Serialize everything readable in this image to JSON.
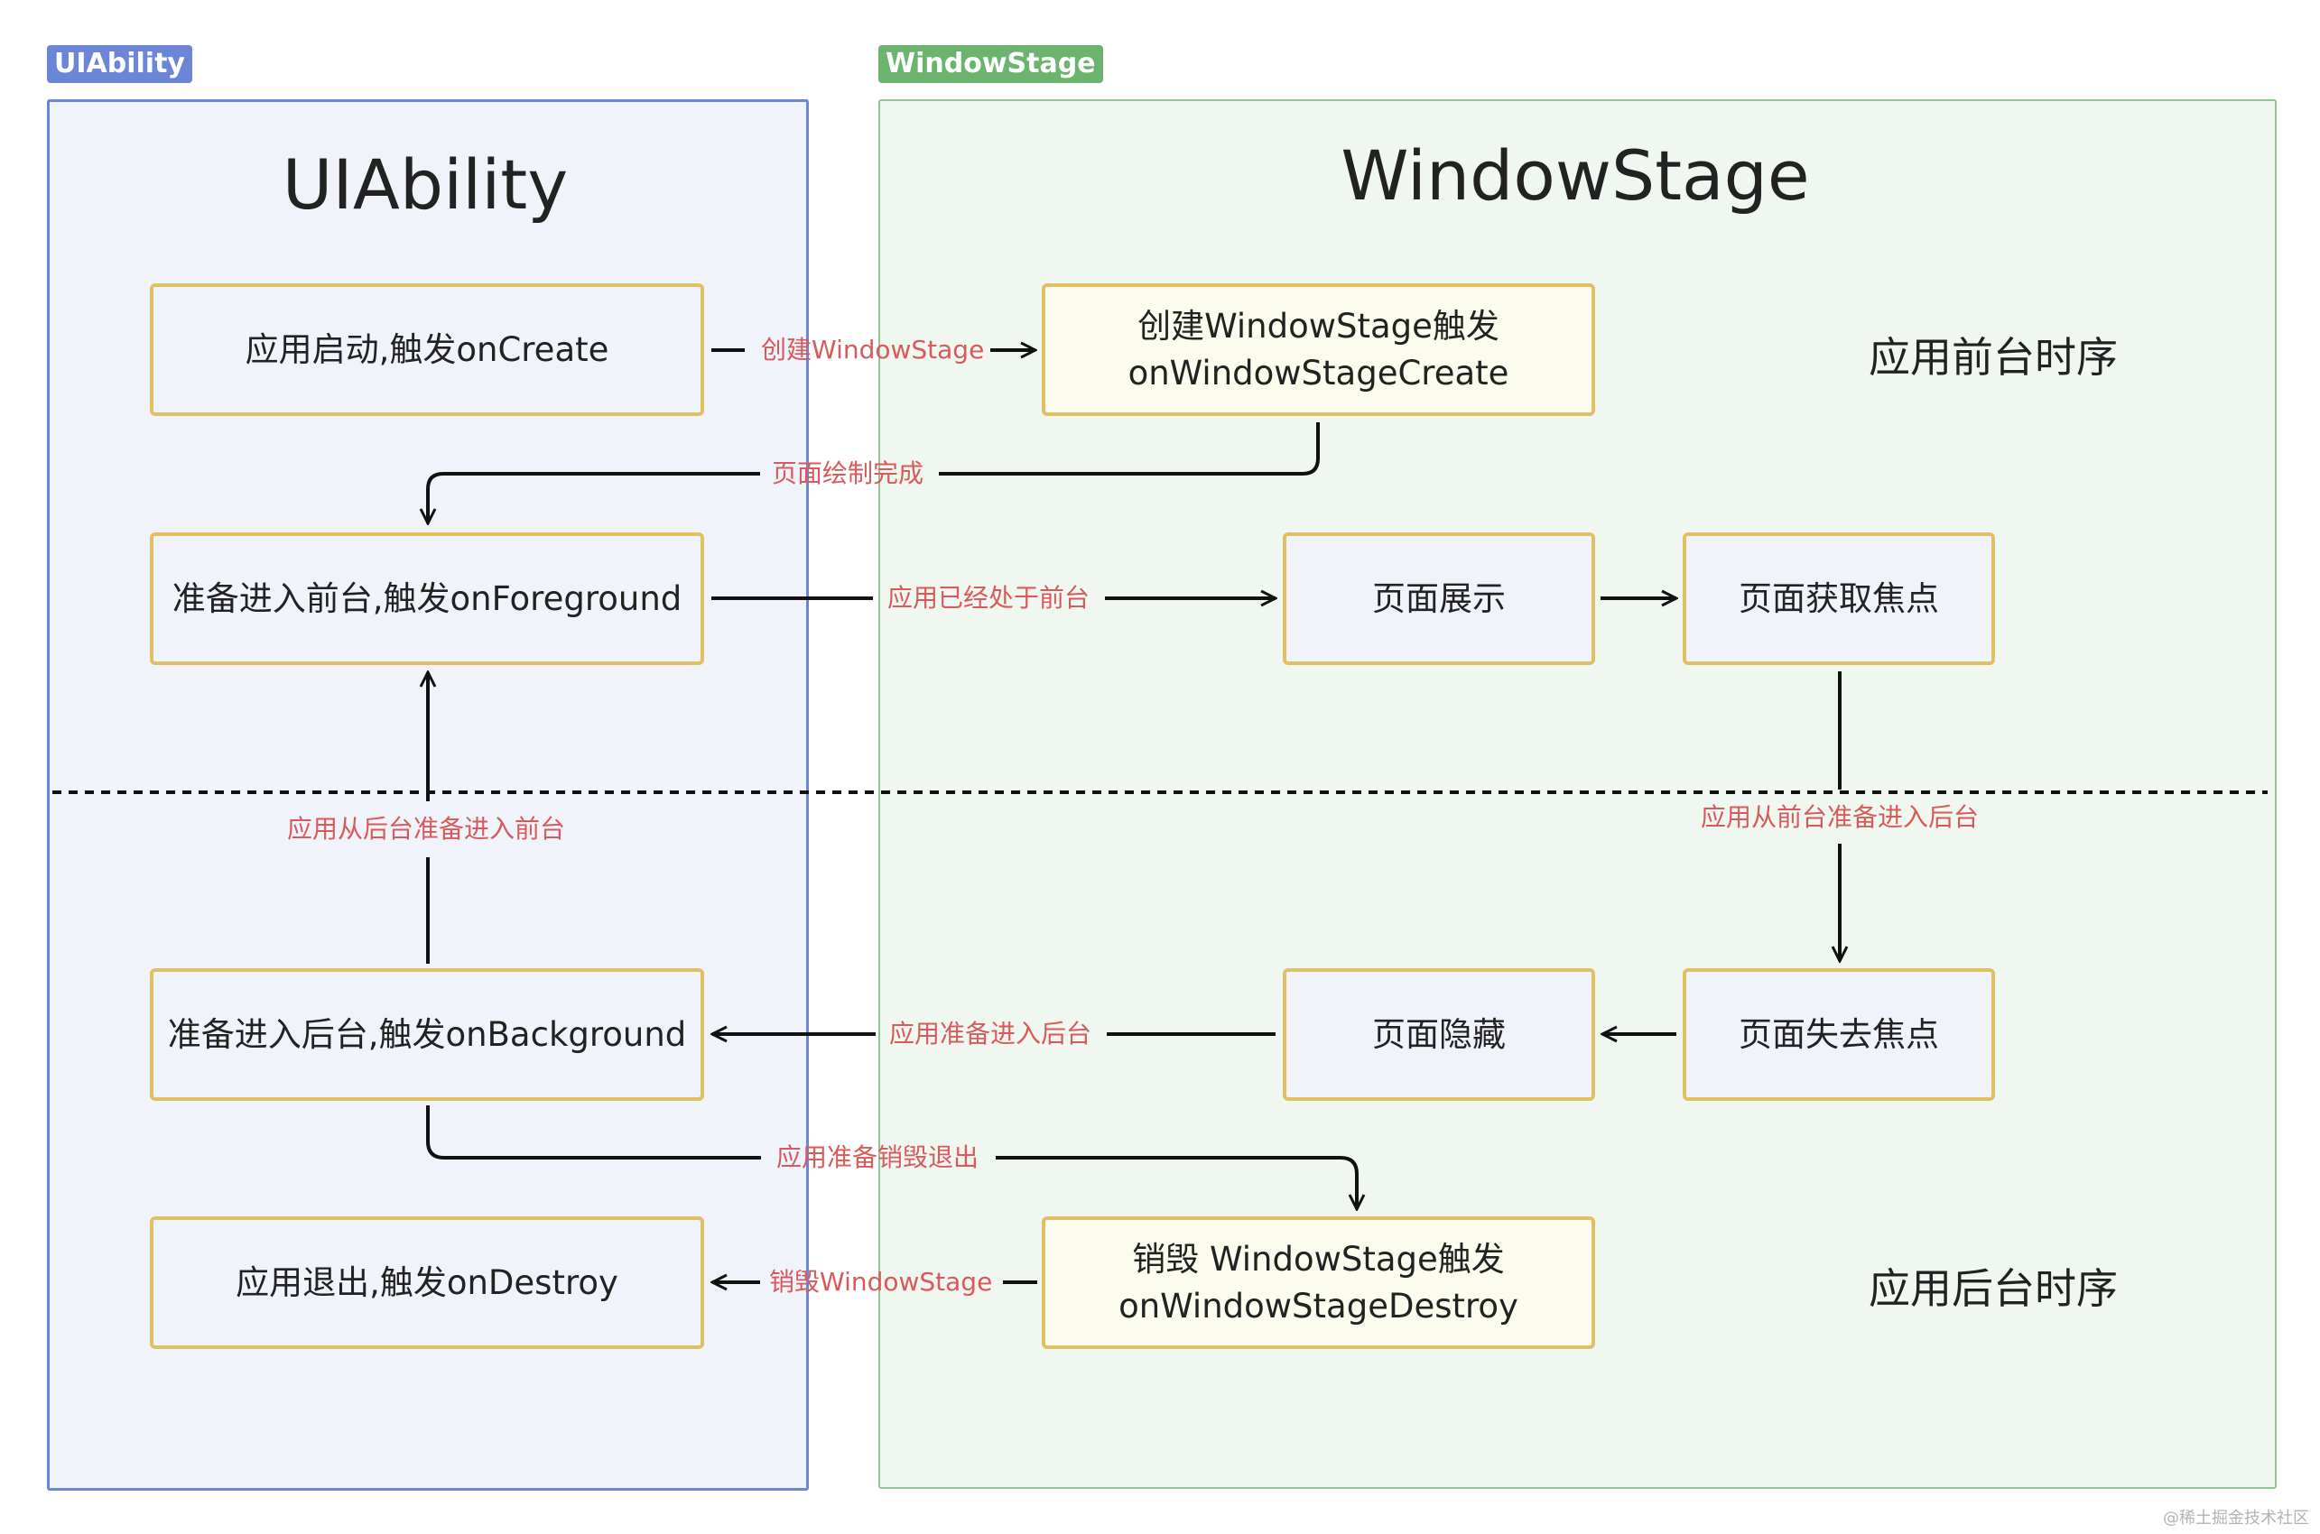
{
  "tags": {
    "uiability": "UIAbility",
    "windowstage": "WindowStage"
  },
  "titles": {
    "uiability": "UIAbility",
    "windowstage": "WindowStage"
  },
  "nodes": {
    "on_create": "应用启动,触发onCreate",
    "ws_create_l1": "创建WindowStage触发",
    "ws_create_l2": "onWindowStageCreate",
    "on_foreground": "准备进入前台,触发onForeground",
    "page_show": "页面展示",
    "page_focus": "页面获取焦点",
    "on_background": "准备进入后台,触发onBackground",
    "page_hide": "页面隐藏",
    "page_blur": "页面失去焦点",
    "on_destroy": "应用退出,触发onDestroy",
    "ws_destroy_l1": "销毁 WindowStage触发",
    "ws_destroy_l2": "onWindowStageDestroy"
  },
  "side_labels": {
    "foreground_sequence": "应用前台时序",
    "background_sequence": "应用后台时序"
  },
  "edge_labels": {
    "create_windowstage": "创建WindowStage",
    "page_draw_done": "页面绘制完成",
    "app_in_foreground": "应用已经处于前台",
    "bg_to_fg": "应用从后台准备进入前台",
    "fg_to_bg": "应用从前台准备进入后台",
    "app_to_background": "应用准备进入后台",
    "app_destroy_exit": "应用准备销毁退出",
    "destroy_windowstage": "销毁WindowStage"
  },
  "colors": {
    "uiability_border": "#6b86d6",
    "windowstage_border": "#92c594",
    "node_border": "#e1bf63",
    "edge_label": "#d85a5a",
    "line": "#111111"
  },
  "watermark": "@稀土掘金技术社区"
}
